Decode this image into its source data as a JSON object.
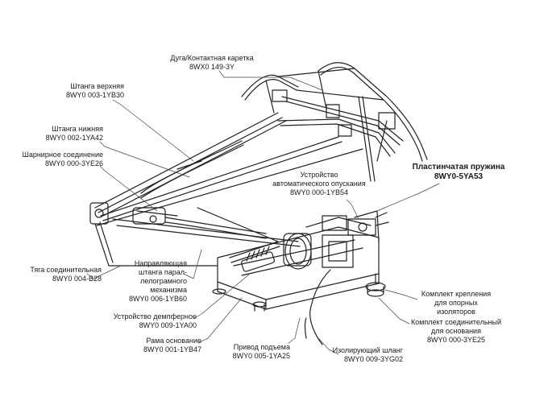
{
  "callouts": {
    "pantograph_head": {
      "title": "Дуга/Контактная каретка",
      "code": "8WX0 149-3Y"
    },
    "upper_arm": {
      "title": "Штанга верхняя",
      "code": "8WY0 003-1YB30"
    },
    "lower_arm": {
      "title": "Штанга нижняя",
      "code": "8WY0 002-1YA42"
    },
    "hinge_joint": {
      "title": "Шарнирное соединение",
      "code": "8WY0 000-3YE26"
    },
    "leaf_spring": {
      "title": "Пластинчатая пружина",
      "code": "8WY0-5YA53"
    },
    "auto_drop_device": {
      "title_line1": "Устройство",
      "title_line2": "автоматического опускания",
      "code": "8WY0 000-1YB54"
    },
    "connecting_rod": {
      "title": "Тяга соединительная",
      "code": "8WY0 004-B28"
    },
    "guide_rod": {
      "line1": "Направляющая",
      "line2": "штанга парал-",
      "line3": "лелограмного",
      "line4": "механизма",
      "code": "8WY0 006-1YB60"
    },
    "damper_device": {
      "title": "Устройство демпферное",
      "code": "8WY0 009-1YA00"
    },
    "base_frame": {
      "title": "Рама основание",
      "code": "8WY0 001-1YB47"
    },
    "lift_drive": {
      "title": "Привод подъема",
      "code": "8WY0 005-1YA25"
    },
    "insulating_hose": {
      "title": "Изолирующий шланг",
      "code": "8WY0 009-3YG02"
    },
    "insulator_mount_kit": {
      "line1": "Комплект крепления",
      "line2": "для опорных",
      "line3": "изоляторов"
    },
    "base_connection_kit": {
      "line1": "Комплект  соединительный",
      "line2": "для основания",
      "code": "8WY0 000-3YE25"
    }
  }
}
